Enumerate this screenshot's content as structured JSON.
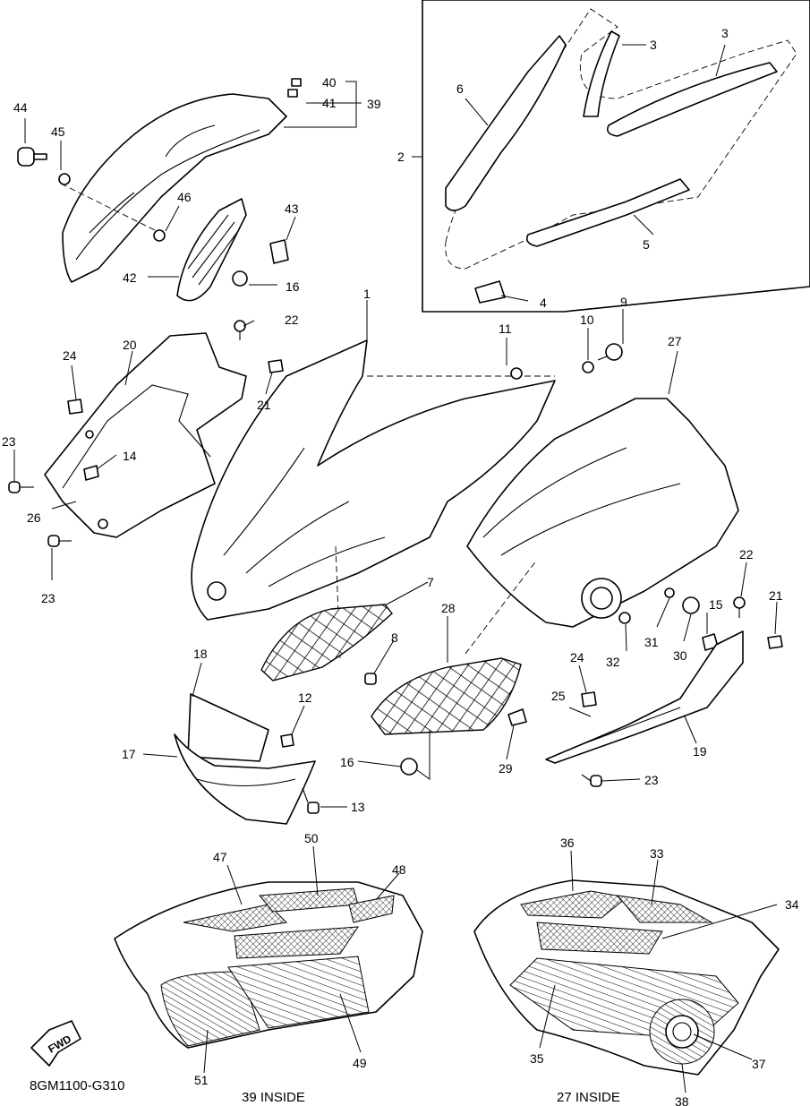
{
  "diagram_code": "8GM1100-G310",
  "fwd_label": "FWD",
  "captions": {
    "left_inside": "39 INSIDE",
    "right_inside": "27 INSIDE"
  },
  "callouts": [
    {
      "id": "c1",
      "text": "1"
    },
    {
      "id": "c2",
      "text": "2"
    },
    {
      "id": "c3a",
      "text": "3"
    },
    {
      "id": "c3b",
      "text": "3"
    },
    {
      "id": "c4",
      "text": "4"
    },
    {
      "id": "c5",
      "text": "5"
    },
    {
      "id": "c6",
      "text": "6"
    },
    {
      "id": "c7",
      "text": "7"
    },
    {
      "id": "c8",
      "text": "8"
    },
    {
      "id": "c9",
      "text": "9"
    },
    {
      "id": "c10",
      "text": "10"
    },
    {
      "id": "c11",
      "text": "11"
    },
    {
      "id": "c12",
      "text": "12"
    },
    {
      "id": "c13",
      "text": "13"
    },
    {
      "id": "c14",
      "text": "14"
    },
    {
      "id": "c15",
      "text": "15"
    },
    {
      "id": "c16a",
      "text": "16"
    },
    {
      "id": "c16b",
      "text": "16"
    },
    {
      "id": "c17",
      "text": "17"
    },
    {
      "id": "c18",
      "text": "18"
    },
    {
      "id": "c19",
      "text": "19"
    },
    {
      "id": "c20",
      "text": "20"
    },
    {
      "id": "c21a",
      "text": "21"
    },
    {
      "id": "c21b",
      "text": "21"
    },
    {
      "id": "c22a",
      "text": "22"
    },
    {
      "id": "c22b",
      "text": "22"
    },
    {
      "id": "c23a",
      "text": "23"
    },
    {
      "id": "c23b",
      "text": "23"
    },
    {
      "id": "c23c",
      "text": "23"
    },
    {
      "id": "c24a",
      "text": "24"
    },
    {
      "id": "c24b",
      "text": "24"
    },
    {
      "id": "c25",
      "text": "25"
    },
    {
      "id": "c26",
      "text": "26"
    },
    {
      "id": "c27",
      "text": "27"
    },
    {
      "id": "c28",
      "text": "28"
    },
    {
      "id": "c29",
      "text": "29"
    },
    {
      "id": "c30",
      "text": "30"
    },
    {
      "id": "c31",
      "text": "31"
    },
    {
      "id": "c32",
      "text": "32"
    },
    {
      "id": "c33",
      "text": "33"
    },
    {
      "id": "c34",
      "text": "34"
    },
    {
      "id": "c35",
      "text": "35"
    },
    {
      "id": "c36",
      "text": "36"
    },
    {
      "id": "c37",
      "text": "37"
    },
    {
      "id": "c38",
      "text": "38"
    },
    {
      "id": "c39",
      "text": "39"
    },
    {
      "id": "c40",
      "text": "40"
    },
    {
      "id": "c41",
      "text": "41"
    },
    {
      "id": "c42",
      "text": "42"
    },
    {
      "id": "c43",
      "text": "43"
    },
    {
      "id": "c44",
      "text": "44"
    },
    {
      "id": "c45",
      "text": "45"
    },
    {
      "id": "c46",
      "text": "46"
    },
    {
      "id": "c47",
      "text": "47"
    },
    {
      "id": "c48",
      "text": "48"
    },
    {
      "id": "c49",
      "text": "49"
    },
    {
      "id": "c50",
      "text": "50"
    },
    {
      "id": "c51",
      "text": "51"
    }
  ]
}
